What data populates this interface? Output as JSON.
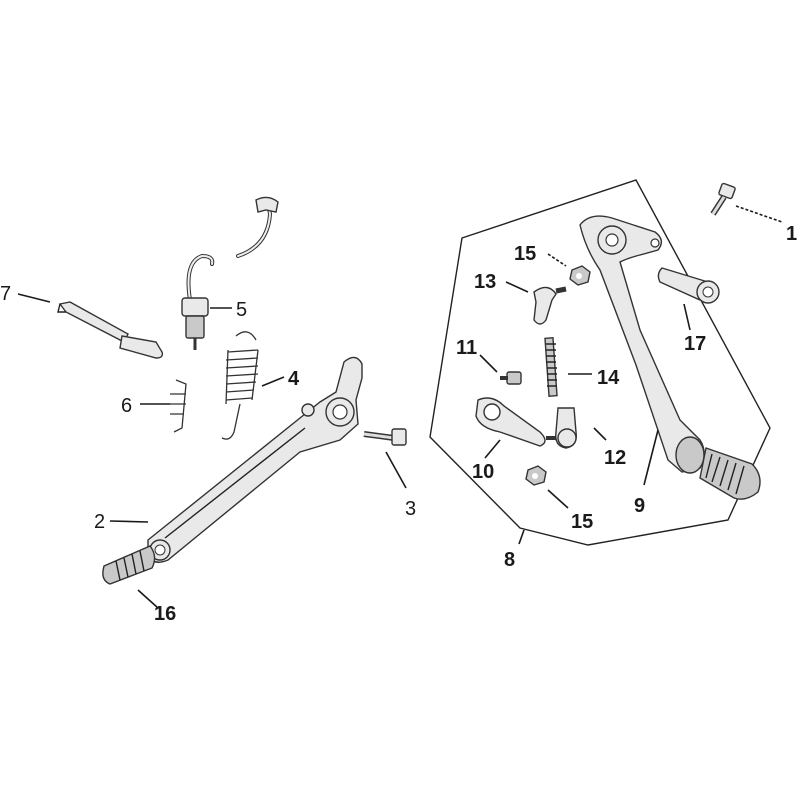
{
  "callouts": {
    "c1": "1",
    "c2": "2",
    "c3": "3",
    "c4": "4",
    "c5": "5",
    "c6": "6",
    "c7": "7",
    "c8": "8",
    "c9": "9",
    "c10": "10",
    "c11": "11",
    "c12": "12",
    "c13": "13",
    "c14": "14",
    "c15a": "15",
    "c15b": "15",
    "c16": "16",
    "c17": "17"
  }
}
